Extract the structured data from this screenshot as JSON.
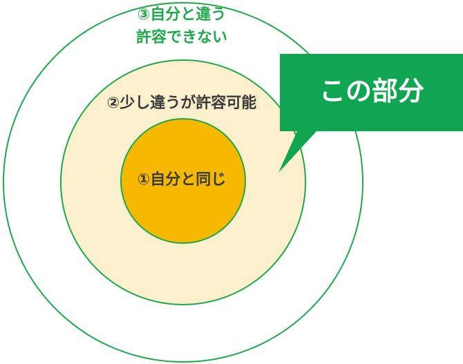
{
  "diagram": {
    "outer_label_line1": "③自分と違う",
    "outer_label_line2": "許容できない",
    "middle_label": "②少し違うが許容可能",
    "inner_label": "①自分と同じ",
    "callout_text": "この部分"
  },
  "colors": {
    "ring_stroke": "#1ea84b",
    "middle_fill": "#fdf0cc",
    "inner_fill": "#f7b900",
    "outer_text": "#1ea84b",
    "inner_text": "#3a3a3a",
    "callout_fill": "#10a550",
    "callout_text": "#ffffff"
  }
}
